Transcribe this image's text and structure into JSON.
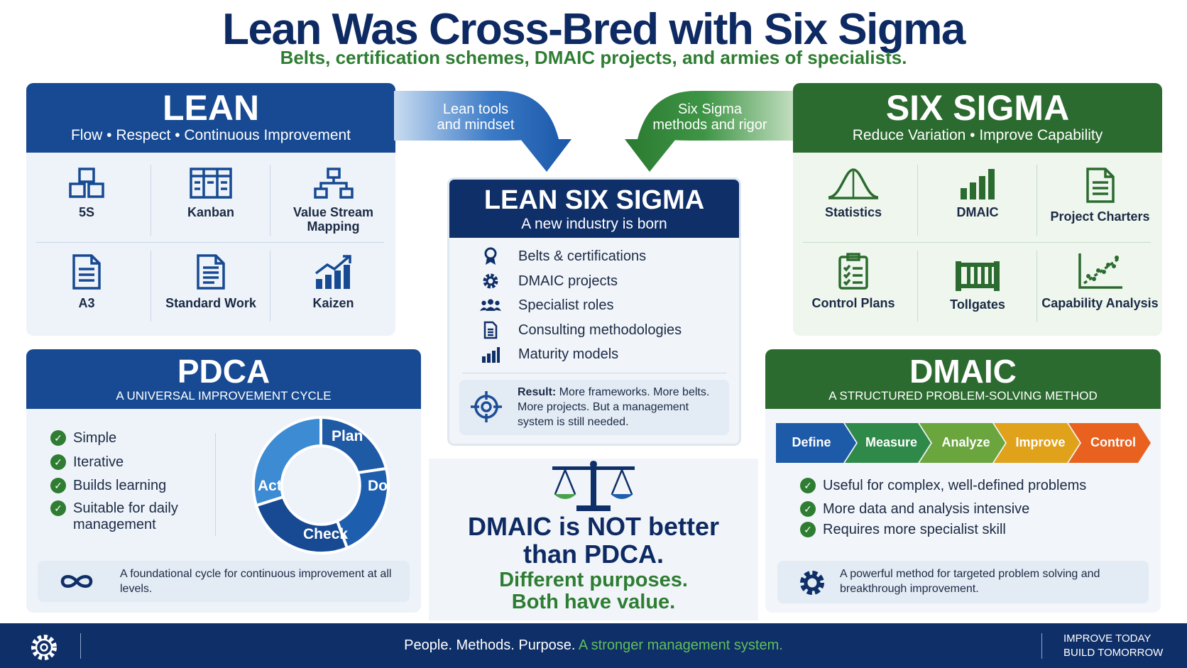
{
  "header": {
    "title": "Lean Was Cross-Bred with Six Sigma",
    "subtitle": "Belts, certification schemes, DMAIC projects, and armies of specialists."
  },
  "lean": {
    "title": "LEAN",
    "subtitle": "Flow • Respect • Continuous Improvement",
    "tools": [
      "5S",
      "Kanban",
      "Value Stream Mapping",
      "A3",
      "Standard Work",
      "Kaizen"
    ]
  },
  "six_sigma": {
    "title": "SIX SIGMA",
    "subtitle": "Reduce Variation • Improve Capability",
    "tools": [
      "Statistics",
      "DMAIC",
      "Project Charters",
      "Control Plans",
      "Tollgates",
      "Capability Analysis"
    ]
  },
  "arrows": {
    "left_label_1": "Lean tools",
    "left_label_2": "and mindset",
    "right_label_1": "Six Sigma",
    "right_label_2": "methods and rigor"
  },
  "lss": {
    "title": "LEAN SIX SIGMA",
    "subtitle": "A new industry is born",
    "items": [
      "Belts & certifications",
      "DMAIC projects",
      "Specialist roles",
      "Consulting methodologies",
      "Maturity models"
    ],
    "result_label": "Result:",
    "result_text": " More frameworks. More belts. More projects. But a management system is still needed."
  },
  "pdca": {
    "title": "PDCA",
    "subtitle": "A UNIVERSAL IMPROVEMENT CYCLE",
    "checks": [
      "Simple",
      "Iterative",
      "Builds learning",
      "Suitable for daily management"
    ],
    "cycle": [
      "Plan",
      "Do",
      "Check",
      "Act"
    ],
    "note": "A foundational cycle for continuous improvement at all levels."
  },
  "dmaic": {
    "title": "DMAIC",
    "subtitle": "A STRUCTURED PROBLEM-SOLVING METHOD",
    "steps": [
      "Define",
      "Measure",
      "Analyze",
      "Improve",
      "Control"
    ],
    "step_colors": [
      "#1d5aa8",
      "#2f8a4a",
      "#6aa53d",
      "#e0a21a",
      "#e8611f"
    ],
    "checks": [
      "Useful for complex, well-defined problems",
      "More data and analysis intensive",
      "Requires more specialist skill"
    ],
    "note": "A powerful method for targeted problem solving and breakthrough improvement."
  },
  "verdict": {
    "line1": "DMAIC is NOT better",
    "line2": "than PDCA.",
    "line3": "Different purposes.",
    "line4": "Both have value."
  },
  "footer": {
    "main": "People. Methods. Purpose.",
    "accent": " A stronger management system.",
    "right_1": "IMPROVE TODAY",
    "right_2": "BUILD TOMORROW"
  },
  "colors": {
    "navy": "#0e2a63",
    "lean_blue": "#174a93",
    "sigma_green": "#2c6b2f",
    "accent_green": "#2e7d32"
  }
}
